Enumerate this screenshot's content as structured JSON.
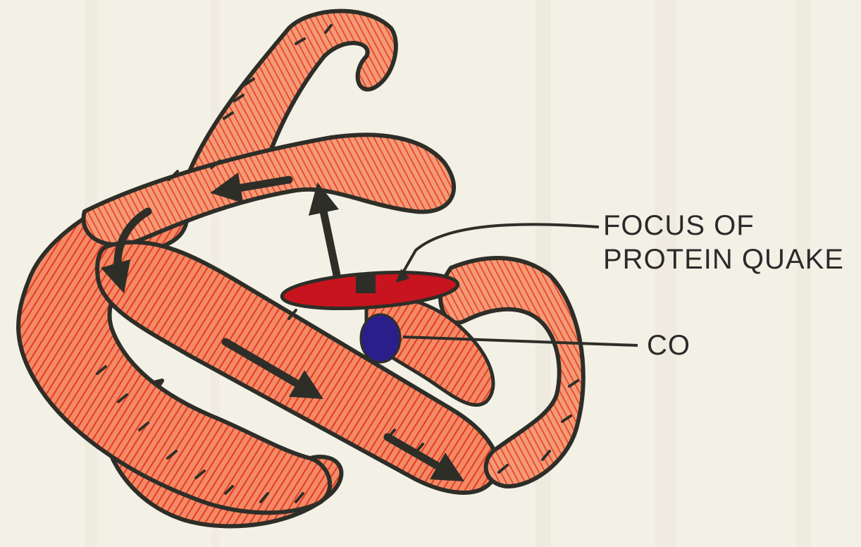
{
  "labels": {
    "focus_line1": "FOCUS OF",
    "focus_line2": "PROTEIN QUAKE",
    "co": "CO"
  },
  "colors": {
    "paper": "#f3f0e6",
    "ribbon_fill": "#f07a5a",
    "ribbon_hatch": "#e8371c",
    "outline": "#2e2e28",
    "heme": "#c8141e",
    "co_ligand": "#2a1f8a"
  },
  "icons": {
    "heme_group": "heme-disc-icon",
    "co_ligand": "co-ligand-icon"
  }
}
